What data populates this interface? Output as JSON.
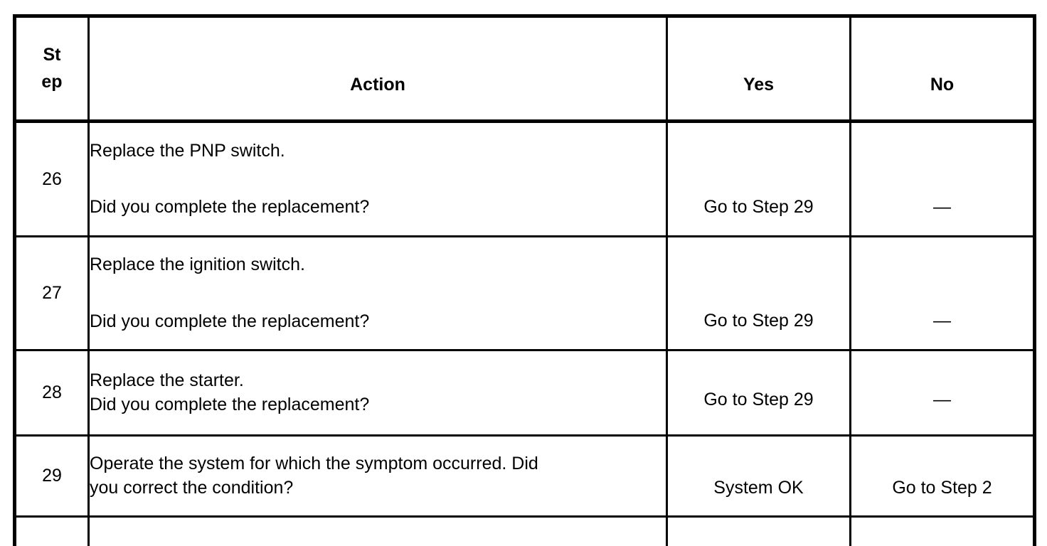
{
  "document": {
    "type": "diagnostic-flow-table",
    "columns": [
      {
        "key": "step",
        "header_line1": "St",
        "header_line2": "ep",
        "header": "Step"
      },
      {
        "key": "action",
        "header": "Action"
      },
      {
        "key": "yes",
        "header": "Yes"
      },
      {
        "key": "no",
        "header": "No"
      }
    ],
    "rows": [
      {
        "step": "26",
        "action_lines": [
          "Replace the PNP switch.",
          "",
          "Did you complete the replacement?"
        ],
        "yes": "Go to Step 29",
        "no": "—"
      },
      {
        "step": "27",
        "action_lines": [
          "Replace the ignition switch.",
          "",
          "Did you complete the replacement?"
        ],
        "yes": "Go to Step 29",
        "no": "—"
      },
      {
        "step": "28",
        "action_lines": [
          "Replace the starter.",
          "Did you complete the replacement?"
        ],
        "yes": "Go to Step 29",
        "no": "—"
      },
      {
        "step": "29",
        "action_lines": [
          "Operate the system for which the symptom occurred. Did",
          "you correct the condition?"
        ],
        "yes": "System OK",
        "no": "Go to Step 2"
      }
    ],
    "colors": {
      "rule": "#000000",
      "text": "#000000",
      "page_background": "#ffffff"
    }
  }
}
